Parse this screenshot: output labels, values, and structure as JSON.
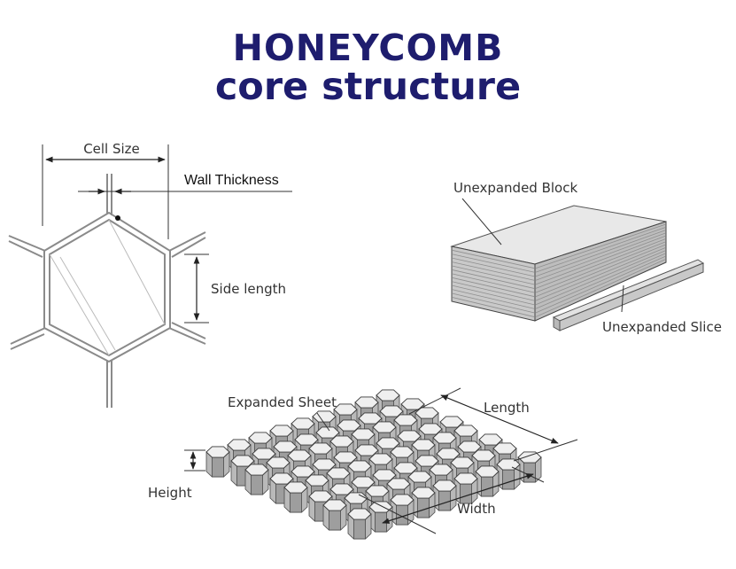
{
  "title": {
    "line1": "HONEYCOMB",
    "line2": "core structure"
  },
  "labels": {
    "cell_size": "Cell Size",
    "wall_thickness": "Wall Thickness",
    "side_length": "Side length",
    "unexpanded_block": "Unexpanded Block",
    "unexpanded_slice": "Unexpanded Slice",
    "expanded_sheet": "Expanded Sheet",
    "length": "Length",
    "width": "Width",
    "height": "Height"
  },
  "colors": {
    "title": "#1e1d6e",
    "cell_wall": "#888888",
    "block_top": "#e6e6e6",
    "block_side": "#c4c4c4"
  }
}
